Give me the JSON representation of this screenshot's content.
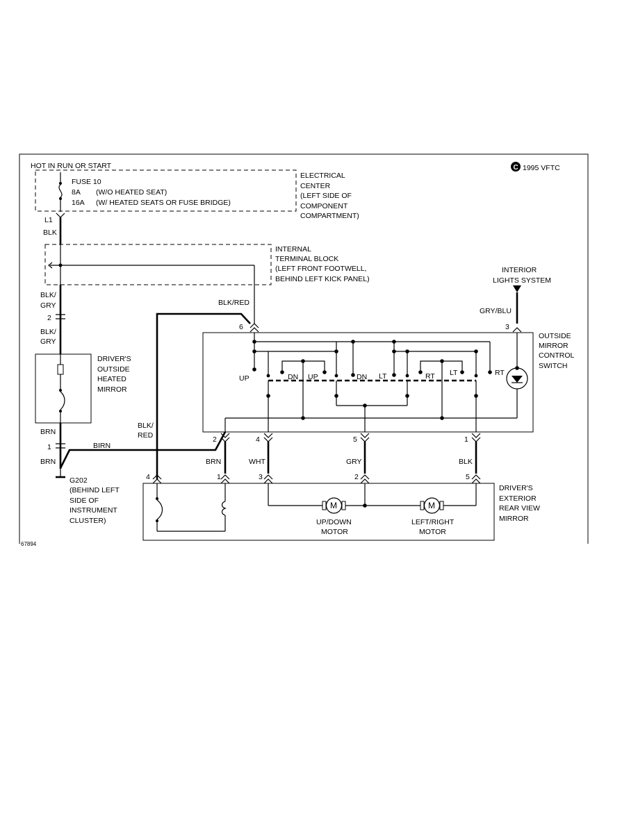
{
  "power": {
    "hot_label": "HOT IN RUN OR START",
    "fuse_name": "FUSE 10",
    "fuse_rating_1": "8A",
    "fuse_note_1": "(W/O HEATED SEAT)",
    "fuse_rating_2": "16A",
    "fuse_note_2": "(W/ HEATED SEATS OR FUSE BRIDGE)",
    "copyright": "1995 VFTC",
    "copyright_symbol": "C"
  },
  "electrical_center": [
    "ELECTRICAL",
    "CENTER",
    "(LEFT SIDE OF",
    "COMPONENT",
    "COMPARTMENT)"
  ],
  "terminal_block": [
    "INTERNAL",
    "TERMINAL BLOCK",
    "(LEFT FRONT FOOTWELL,",
    "BEHIND LEFT KICK PANEL)"
  ],
  "interior_lights": [
    "INTERIOR",
    "LIGHTS SYSTEM"
  ],
  "heated_mirror": [
    "DRIVER'S",
    "OUTSIDE",
    "HEATED",
    "MIRROR"
  ],
  "control_switch": [
    "OUTSIDE",
    "MIRROR",
    "CONTROL",
    "SWITCH"
  ],
  "exterior_mirror": [
    "DRIVER'S",
    "EXTERIOR",
    "REAR VIEW",
    "MIRROR"
  ],
  "ground": [
    "G202",
    "(BEHIND LEFT",
    "SIDE OF",
    "INSTRUMENT",
    "CLUSTER)"
  ],
  "wires": {
    "l1": "L1",
    "blk_top": "BLK",
    "blk_gry_1a": "BLK/",
    "blk_gry_1b": "GRY",
    "blk_gry_2a": "BLK/",
    "blk_gry_2b": "GRY",
    "blk_red": "BLK/RED",
    "blk_red_left_a": "BLK/",
    "blk_red_left_b": "RED",
    "gry_blu": "GRY/BLU",
    "brn_1": "BRN",
    "brn_2": "BRN",
    "birn": "BIRN",
    "brn_3": "BRN",
    "wht": "WHT",
    "gry": "GRY",
    "blk_bottom": "BLK"
  },
  "pins": {
    "p2_left": "2",
    "p1_left": "1",
    "p6": "6",
    "p3_top": "3",
    "p2_switch": "2",
    "p4_switch": "4",
    "p5_switch": "5",
    "p1_switch": "1",
    "p4_mirror": "4",
    "p1_mirror": "1",
    "p3_mirror": "3",
    "p2_mirror": "2",
    "p5_mirror": "5"
  },
  "switch_labels": {
    "up_left": "UP",
    "dn_1": "DN",
    "up_2": "UP",
    "dn_2": "DN",
    "lt_1": "LT",
    "rt_1": "RT",
    "lt_2": "LT",
    "rt_2": "RT"
  },
  "motors": {
    "symbol": "M",
    "updown_1": "UP/DOWN",
    "updown_2": "MOTOR",
    "leftright_1": "LEFT/RIGHT",
    "leftright_2": "MOTOR"
  },
  "figure_id": "67894"
}
